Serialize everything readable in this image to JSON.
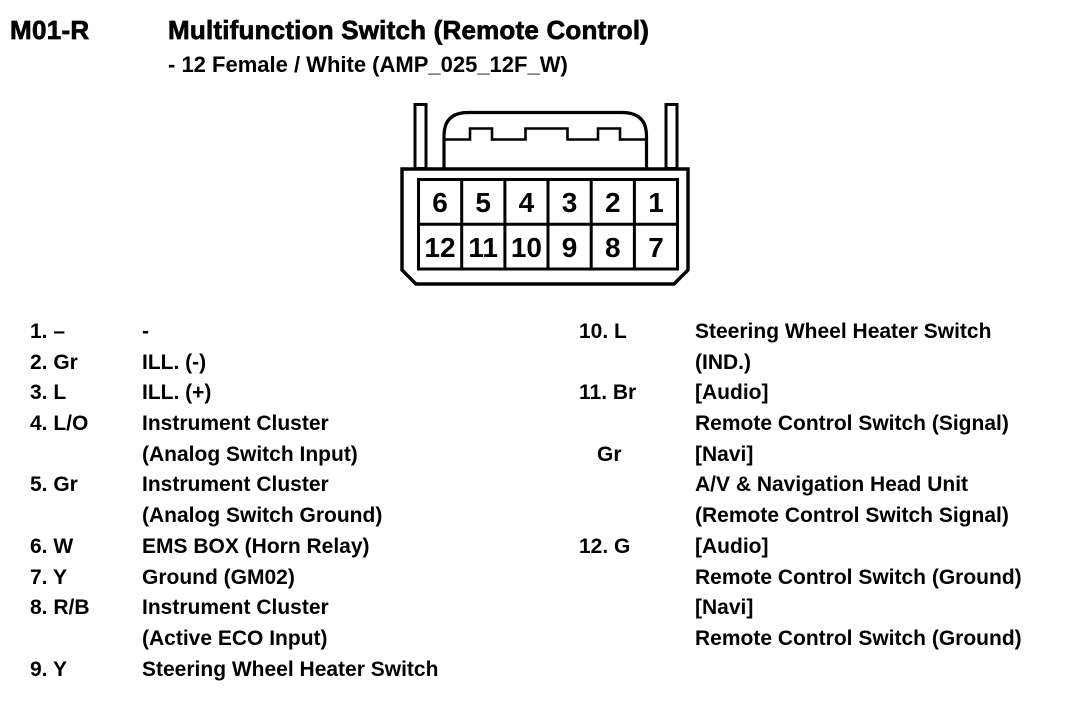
{
  "header": {
    "connector_code": "M01-R",
    "title": "Multifunction Switch (Remote Control)",
    "subtitle": "- 12 Female / White (AMP_025_12F_W)"
  },
  "connector": {
    "pins_top": [
      "6",
      "5",
      "4",
      "3",
      "2",
      "1"
    ],
    "pins_bottom": [
      "12",
      "11",
      "10",
      "9",
      "8",
      "7"
    ]
  },
  "pins": {
    "left": [
      {
        "label": "1. –",
        "text": "-"
      },
      {
        "label": "2. Gr",
        "text": "ILL. (-)"
      },
      {
        "label": "3. L",
        "text": "ILL. (+)"
      },
      {
        "label": "4. L/O",
        "text": "Instrument Cluster"
      },
      {
        "label": "",
        "text": "(Analog Switch Input)"
      },
      {
        "label": "5. Gr",
        "text": "Instrument Cluster"
      },
      {
        "label": "",
        "text": "(Analog Switch Ground)"
      },
      {
        "label": "6. W",
        "text": "EMS BOX (Horn Relay)"
      },
      {
        "label": "7. Y",
        "text": "Ground (GM02)"
      },
      {
        "label": "8. R/B",
        "text": "Instrument Cluster"
      },
      {
        "label": "",
        "text": "(Active ECO Input)"
      },
      {
        "label": "9. Y",
        "text": "Steering Wheel Heater Switch"
      }
    ],
    "right": [
      {
        "label": "10. L",
        "text": "Steering Wheel Heater Switch"
      },
      {
        "label": "",
        "text": "(IND.)"
      },
      {
        "label": "11. Br",
        "text": "[Audio]"
      },
      {
        "label": "",
        "text": "Remote Control Switch (Signal)"
      },
      {
        "label": "Gr",
        "text": "[Navi]"
      },
      {
        "label": "",
        "text": "A/V & Navigation Head Unit"
      },
      {
        "label": "",
        "text": "(Remote Control Switch Signal)"
      },
      {
        "label": "12. G",
        "text": "[Audio]"
      },
      {
        "label": "",
        "text": "Remote Control Switch (Ground)"
      },
      {
        "label": "",
        "text": "[Navi]"
      },
      {
        "label": "",
        "text": "Remote Control Switch (Ground)"
      }
    ]
  },
  "colors": {
    "ink": "#000000",
    "paper": "#ffffff"
  }
}
